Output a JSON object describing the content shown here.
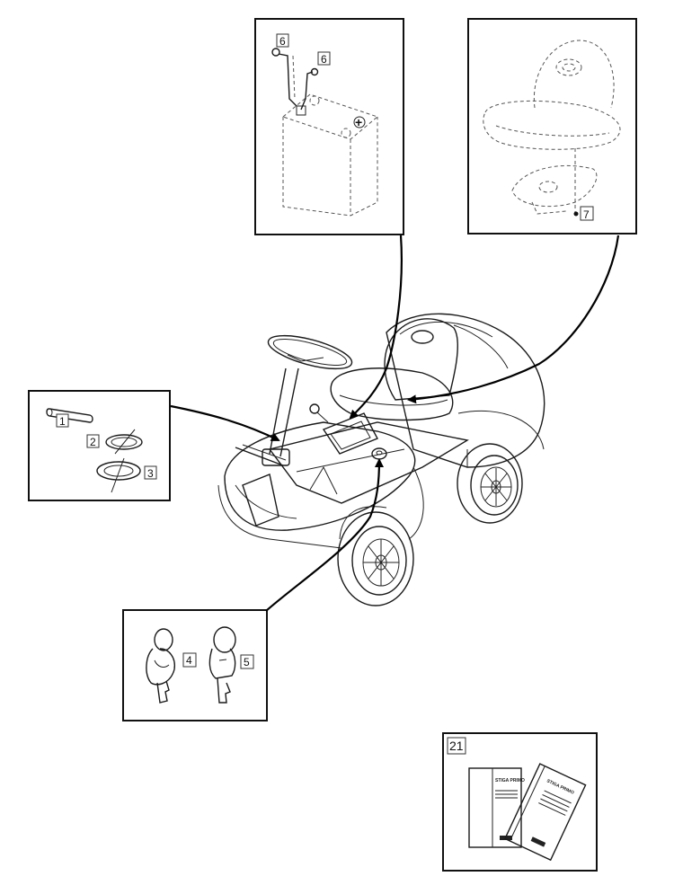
{
  "diagram": {
    "callouts": {
      "pin": "1",
      "washer_small": "2",
      "washer_large": "3",
      "key_1": "4",
      "key_2": "5",
      "battery_screw": "6",
      "battery_nut": "6",
      "seat_bolt": "7",
      "manual_ref": "21"
    },
    "manual_titles": {
      "booklet_1": "STIGA PRIMO",
      "booklet_2": "STIGA PRIMO"
    },
    "colors": {
      "line": "#1a1a1a",
      "background": "#ffffff"
    }
  }
}
